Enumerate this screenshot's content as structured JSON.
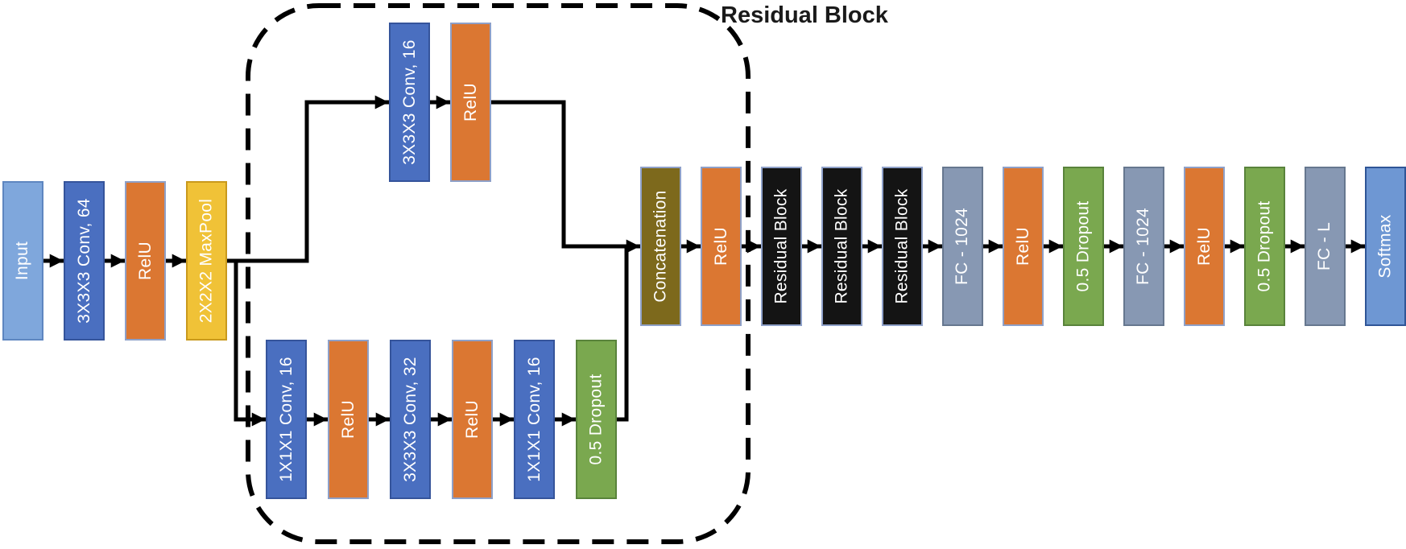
{
  "figure": {
    "annotation_title": "Residual Block",
    "stem": {
      "blocks": [
        {
          "label": "Input",
          "type": "input"
        },
        {
          "label": "3X3X3 Conv, 64",
          "type": "conv"
        },
        {
          "label": "RelU",
          "type": "relu"
        },
        {
          "label": "2X2X2 MaxPool",
          "type": "maxpool"
        }
      ]
    },
    "residual_block_detail": {
      "top_branch": {
        "blocks": [
          {
            "label": "3X3X3 Conv, 16",
            "type": "conv"
          },
          {
            "label": "RelU",
            "type": "relu"
          }
        ]
      },
      "bottom_branch": {
        "blocks": [
          {
            "label": "1X1X1 Conv, 16",
            "type": "conv"
          },
          {
            "label": "RelU",
            "type": "relu"
          },
          {
            "label": "3X3X3 Conv, 32",
            "type": "conv"
          },
          {
            "label": "RelU",
            "type": "relu"
          },
          {
            "label": "1X1X1 Conv, 16",
            "type": "conv"
          },
          {
            "label": "0.5 Dropout",
            "type": "dropout"
          }
        ]
      },
      "merge": {
        "blocks": [
          {
            "label": "Concatenation",
            "type": "concat"
          },
          {
            "label": "RelU",
            "type": "relu"
          }
        ]
      }
    },
    "head": {
      "blocks": [
        {
          "label": "Residual Block",
          "type": "residual"
        },
        {
          "label": "Residual Block",
          "type": "residual"
        },
        {
          "label": "Residual Block",
          "type": "residual"
        },
        {
          "label": "FC - 1024",
          "type": "fc"
        },
        {
          "label": "RelU",
          "type": "relu"
        },
        {
          "label": "0.5 Dropout",
          "type": "dropout"
        },
        {
          "label": "FC - 1024",
          "type": "fc"
        },
        {
          "label": "RelU",
          "type": "relu"
        },
        {
          "label": "0.5 Dropout",
          "type": "dropout"
        },
        {
          "label": "FC - L",
          "type": "fc"
        },
        {
          "label": "Softmax",
          "type": "softmax"
        }
      ]
    },
    "colors": {
      "input": "#7FA7DC",
      "conv": "#4A6FC0",
      "relu": "#DB7732",
      "maxpool": "#F0C237",
      "dropout": "#7AA84F",
      "concatenation": "#7D691C",
      "residual_block": "#141414",
      "fc": "#8798B3",
      "softmax": "#6E97D3",
      "connector": "#000000",
      "label_text": "#ffffff",
      "title_text": "#1a1a1a"
    }
  }
}
